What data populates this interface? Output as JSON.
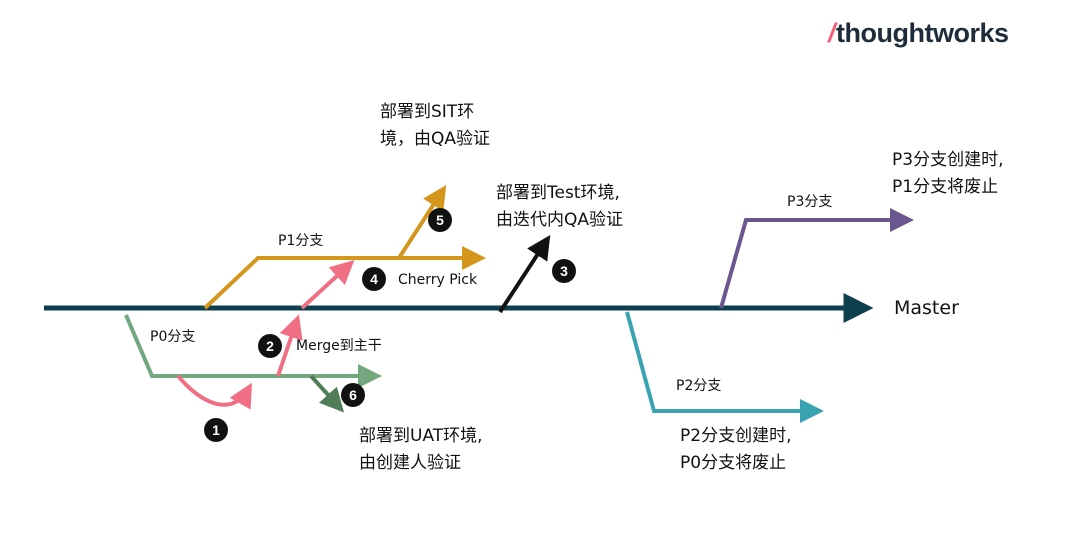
{
  "brand": {
    "logo_slash": "/",
    "logo_text": "thoughtworks",
    "accent_color": "#f2617a"
  },
  "branches": {
    "master": {
      "label": "Master",
      "color": "#0e3f4f"
    },
    "p0": {
      "label": "P0分支",
      "color": "#73a77d"
    },
    "p1": {
      "label": "P1分支",
      "color": "#d4961c"
    },
    "p2": {
      "label": "P2分支",
      "color": "#3aa3b2"
    },
    "p3": {
      "label": "P3分支",
      "color": "#6b5690"
    }
  },
  "annotations": {
    "sit": [
      "部署到SIT环",
      "境，由QA验证"
    ],
    "test": [
      "部署到Test环境,",
      "由迭代内QA验证"
    ],
    "uat": [
      "部署到UAT环境,",
      "由创建人验证"
    ],
    "p3_note": [
      "P3分支创建时,",
      "P1分支将废止"
    ],
    "p2_note": [
      "P2分支创建时,",
      "P0分支将废止"
    ]
  },
  "steps": {
    "s1": {
      "number": "1"
    },
    "s2": {
      "number": "2",
      "label": "Merge到主干"
    },
    "s3": {
      "number": "3"
    },
    "s4": {
      "number": "4",
      "label": "Cherry Pick"
    },
    "s5": {
      "number": "5"
    },
    "s6": {
      "number": "6"
    }
  },
  "colors": {
    "merge_pink": "#f06f84",
    "uat_green": "#4f7d57",
    "test_black": "#111111"
  }
}
